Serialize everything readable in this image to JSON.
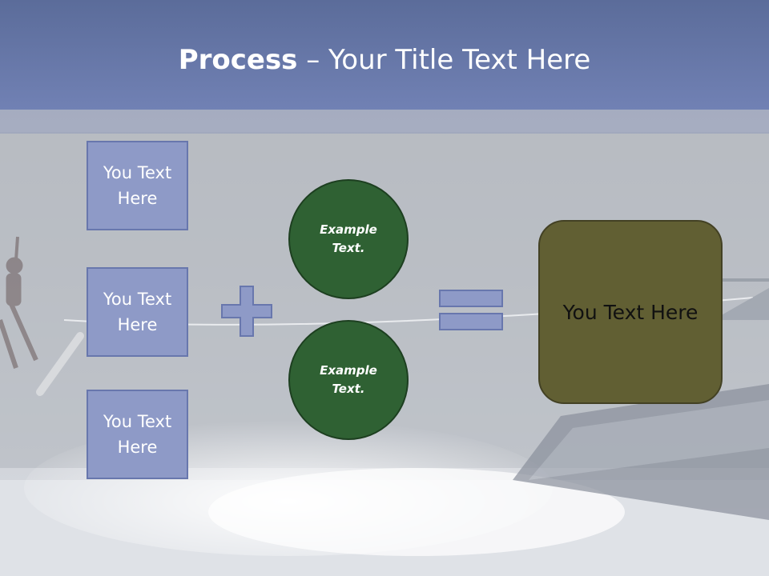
{
  "slide": {
    "title_bold": "Process",
    "title_rest": " – Your Title Text Here",
    "left_boxes": [
      {
        "label": "You Text Here"
      },
      {
        "label": "You Text Here"
      },
      {
        "label": "You Text Here"
      }
    ],
    "circles": [
      {
        "label": "Example Text."
      },
      {
        "label": "Example Text."
      }
    ],
    "result_label": "You Text Here"
  },
  "colors": {
    "title_bar": "#6b7bb0",
    "box_fill": "#8e9ac7",
    "circle_fill": "#2f6133",
    "result_fill": "#615f33",
    "operator_fill": "#8e9ac7"
  },
  "icons": {
    "plus": "plus-icon",
    "equals": "equals-icon"
  }
}
